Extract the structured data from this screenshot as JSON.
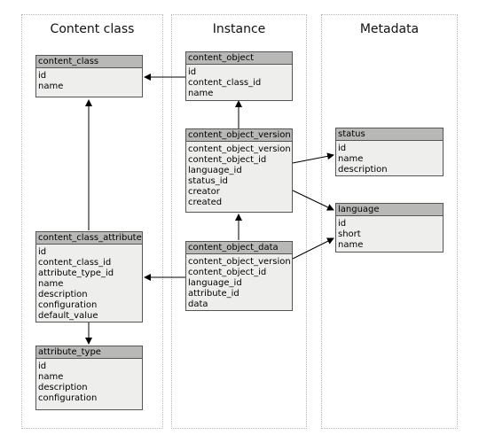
{
  "columns": {
    "content_class": "Content class",
    "instance": "Instance",
    "metadata": "Metadata"
  },
  "entities": {
    "content_class": {
      "name": "content_class",
      "fields": [
        "id",
        "name"
      ]
    },
    "content_class_attribute": {
      "name": "content_class_attribute",
      "fields": [
        "id",
        "content_class_id",
        "attribute_type_id",
        "name",
        "description",
        "configuration",
        "default_value"
      ]
    },
    "attribute_type": {
      "name": "attribute_type",
      "fields": [
        "id",
        "name",
        "description",
        "configuration"
      ]
    },
    "content_object": {
      "name": "content_object",
      "fields": [
        "id",
        "content_class_id",
        "name"
      ]
    },
    "content_object_version": {
      "name": "content_object_version",
      "fields": [
        "content_object_version",
        "content_object_id",
        "language_id",
        "status_id",
        "creator",
        "created"
      ]
    },
    "content_object_data": {
      "name": "content_object_data",
      "fields": [
        "content_object_version",
        "content_object_id",
        "language_id",
        "attribute_id",
        "data"
      ]
    },
    "status": {
      "name": "status",
      "fields": [
        "id",
        "name",
        "description"
      ]
    },
    "language": {
      "name": "language",
      "fields": [
        "id",
        "short",
        "name"
      ]
    }
  },
  "colors": {
    "entity_header": "#b8b8b6",
    "entity_body": "#eeeeec",
    "border": "#555555",
    "arrow": "#000000",
    "column_border": "#b8b8b8"
  }
}
